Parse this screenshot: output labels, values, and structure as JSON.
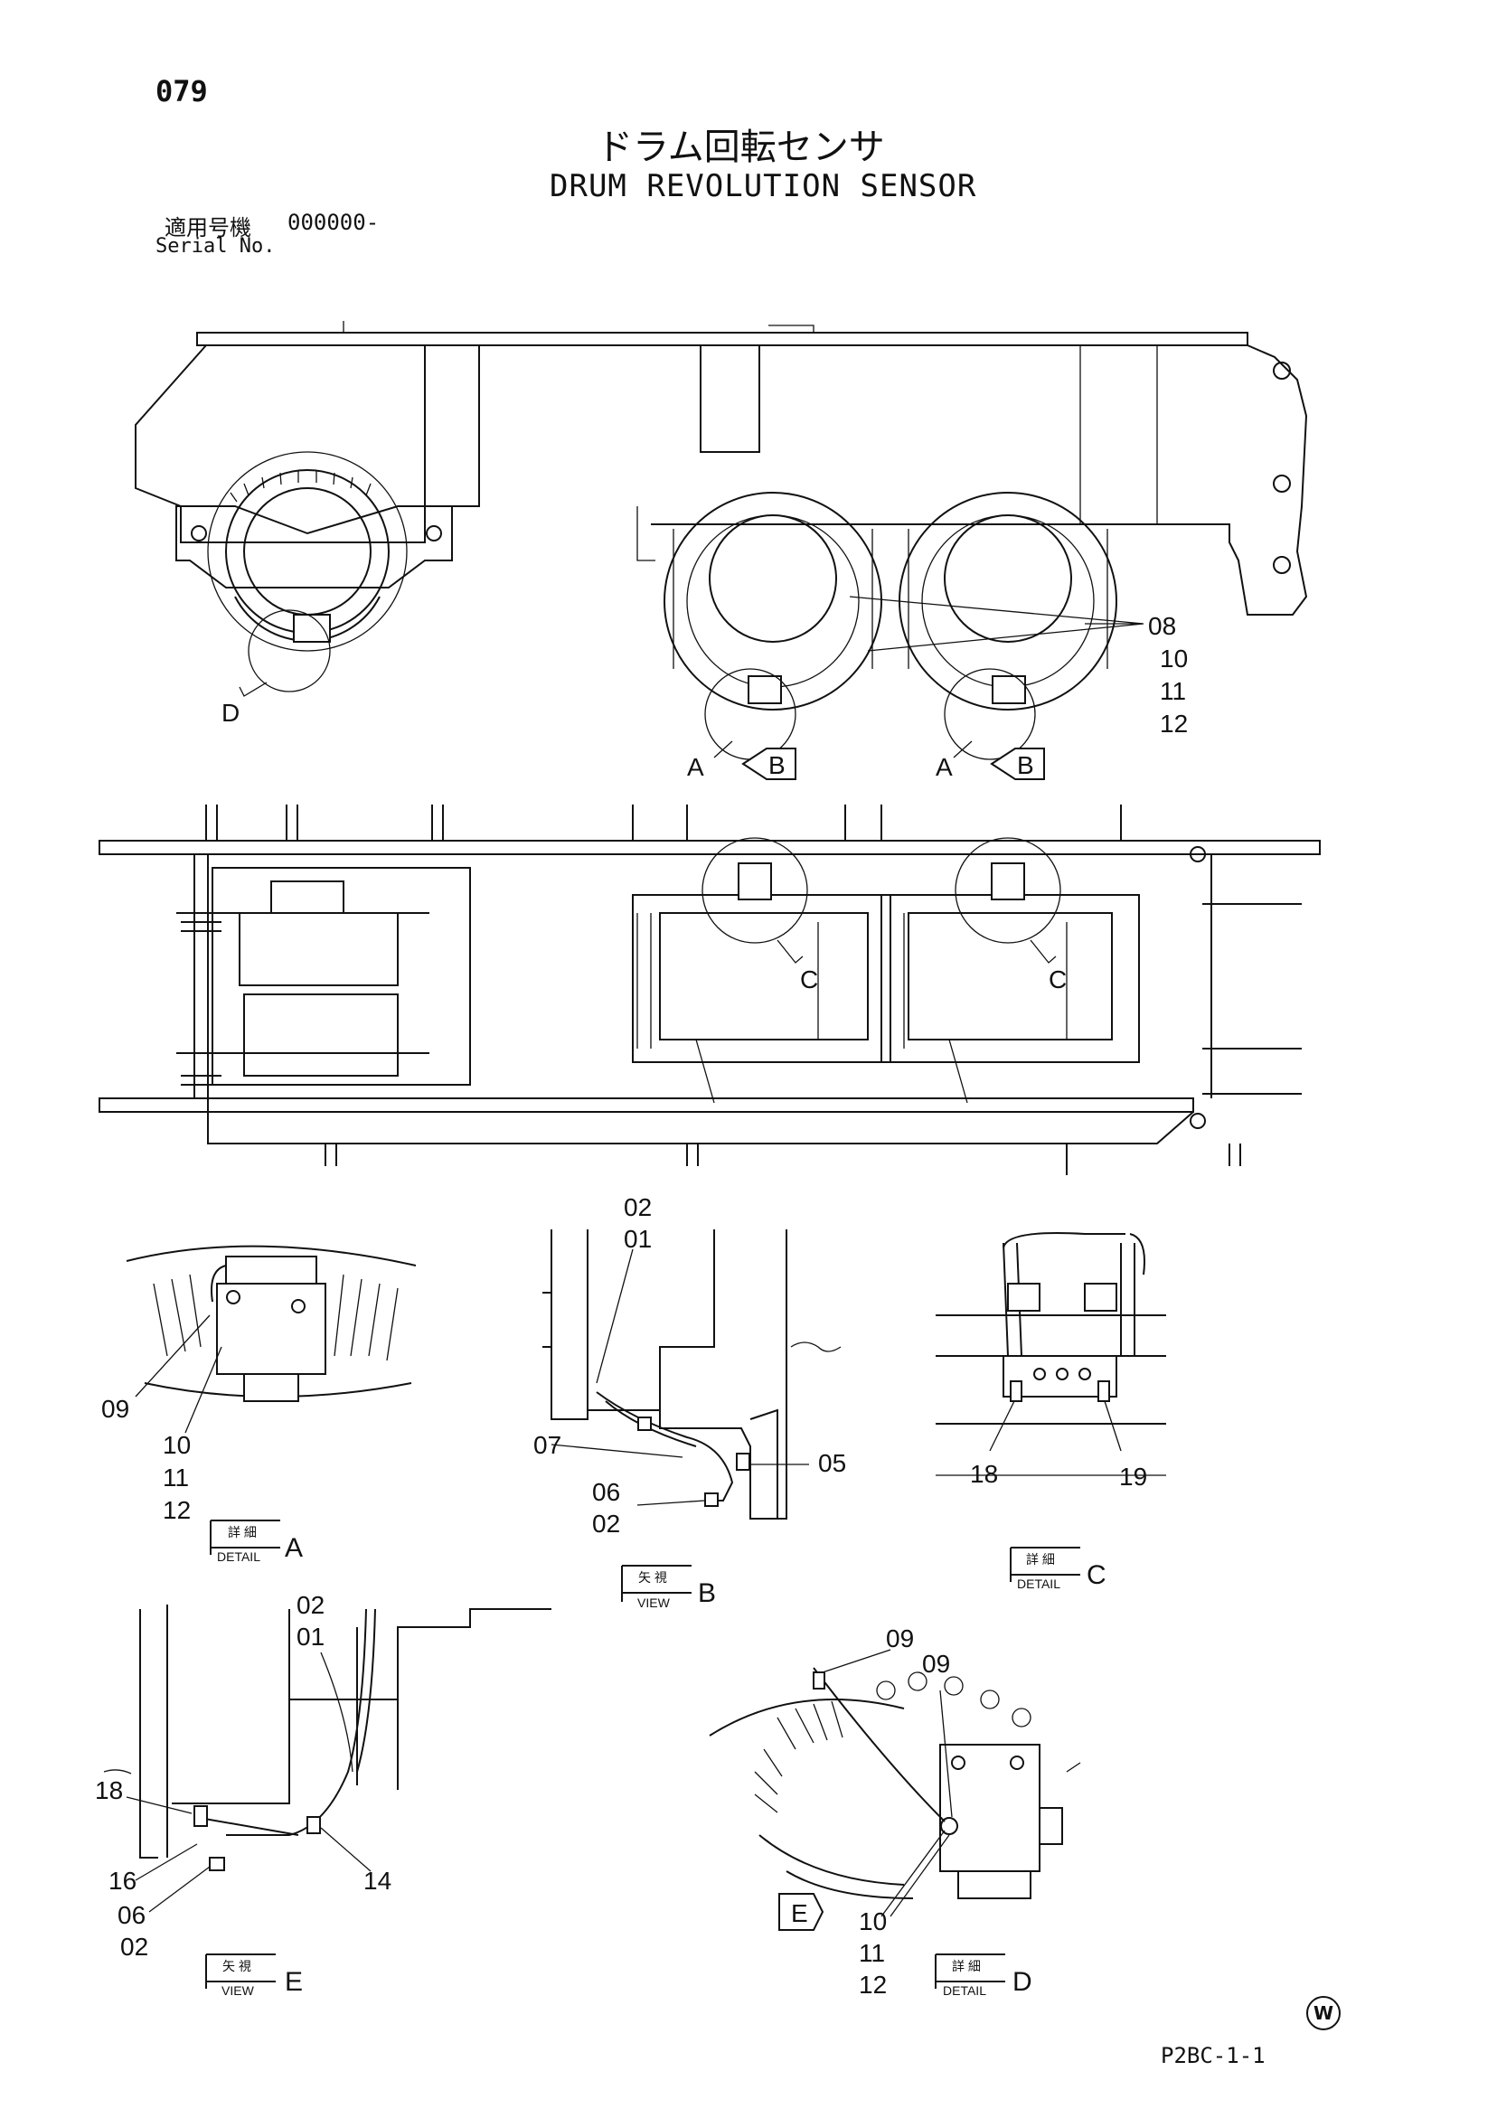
{
  "page_number": "079",
  "title_jp": "ドラム回転センサ",
  "title_en": "DRUM REVOLUTION SENSOR",
  "serial": {
    "label_jp": "適用号機",
    "value": "000000-",
    "label_en": "Serial No."
  },
  "footer_code": "P2BC-1-1",
  "corner_mark": "W",
  "view_refs": {
    "d": "D",
    "a1": "A",
    "b1": "B",
    "a2": "A",
    "b2": "B",
    "c1": "C",
    "c2": "C",
    "e": "E"
  },
  "callout_groups": {
    "top_right": [
      "08",
      "10",
      "11",
      "12"
    ],
    "detail_a": {
      "left": "09",
      "stack": [
        "10",
        "11",
        "12"
      ]
    },
    "view_b": {
      "top": [
        "02",
        "01"
      ],
      "left": "07",
      "right": "05",
      "bottom": [
        "06",
        "02"
      ]
    },
    "detail_c": {
      "left": "18",
      "right": "19"
    },
    "view_e": {
      "top": [
        "02",
        "01"
      ],
      "left_top": "18",
      "right": "14",
      "left_stack": [
        "16",
        "06",
        "02"
      ]
    },
    "detail_d": {
      "top": [
        "09",
        "09"
      ],
      "stack": [
        "10",
        "11",
        "12"
      ]
    }
  },
  "captions": {
    "detail_a": {
      "jp": "詳 細",
      "en": "DETAIL",
      "letter": "A"
    },
    "view_b": {
      "jp": "矢 視",
      "en": "VIEW",
      "letter": "B"
    },
    "detail_c": {
      "jp": "詳 細",
      "en": "DETAIL",
      "letter": "C"
    },
    "view_e": {
      "jp": "矢 視",
      "en": "VIEW",
      "letter": "E"
    },
    "detail_d": {
      "jp": "詳 細",
      "en": "DETAIL",
      "letter": "D"
    }
  }
}
